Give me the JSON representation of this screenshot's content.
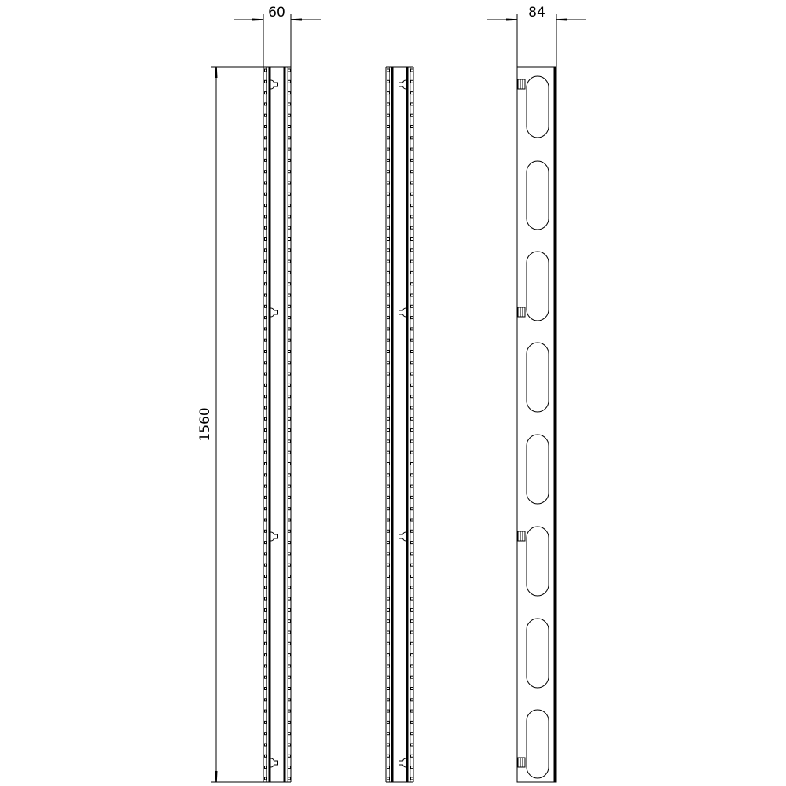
{
  "dimensions": {
    "front_width": "60",
    "height": "1560",
    "side_width": "84"
  },
  "colors": {
    "line": "#000000",
    "background": "#ffffff"
  },
  "features": {
    "profile_count": 2,
    "side_view_slots": 8,
    "keyholes_per_profile": 4,
    "side_tabs": 4
  }
}
